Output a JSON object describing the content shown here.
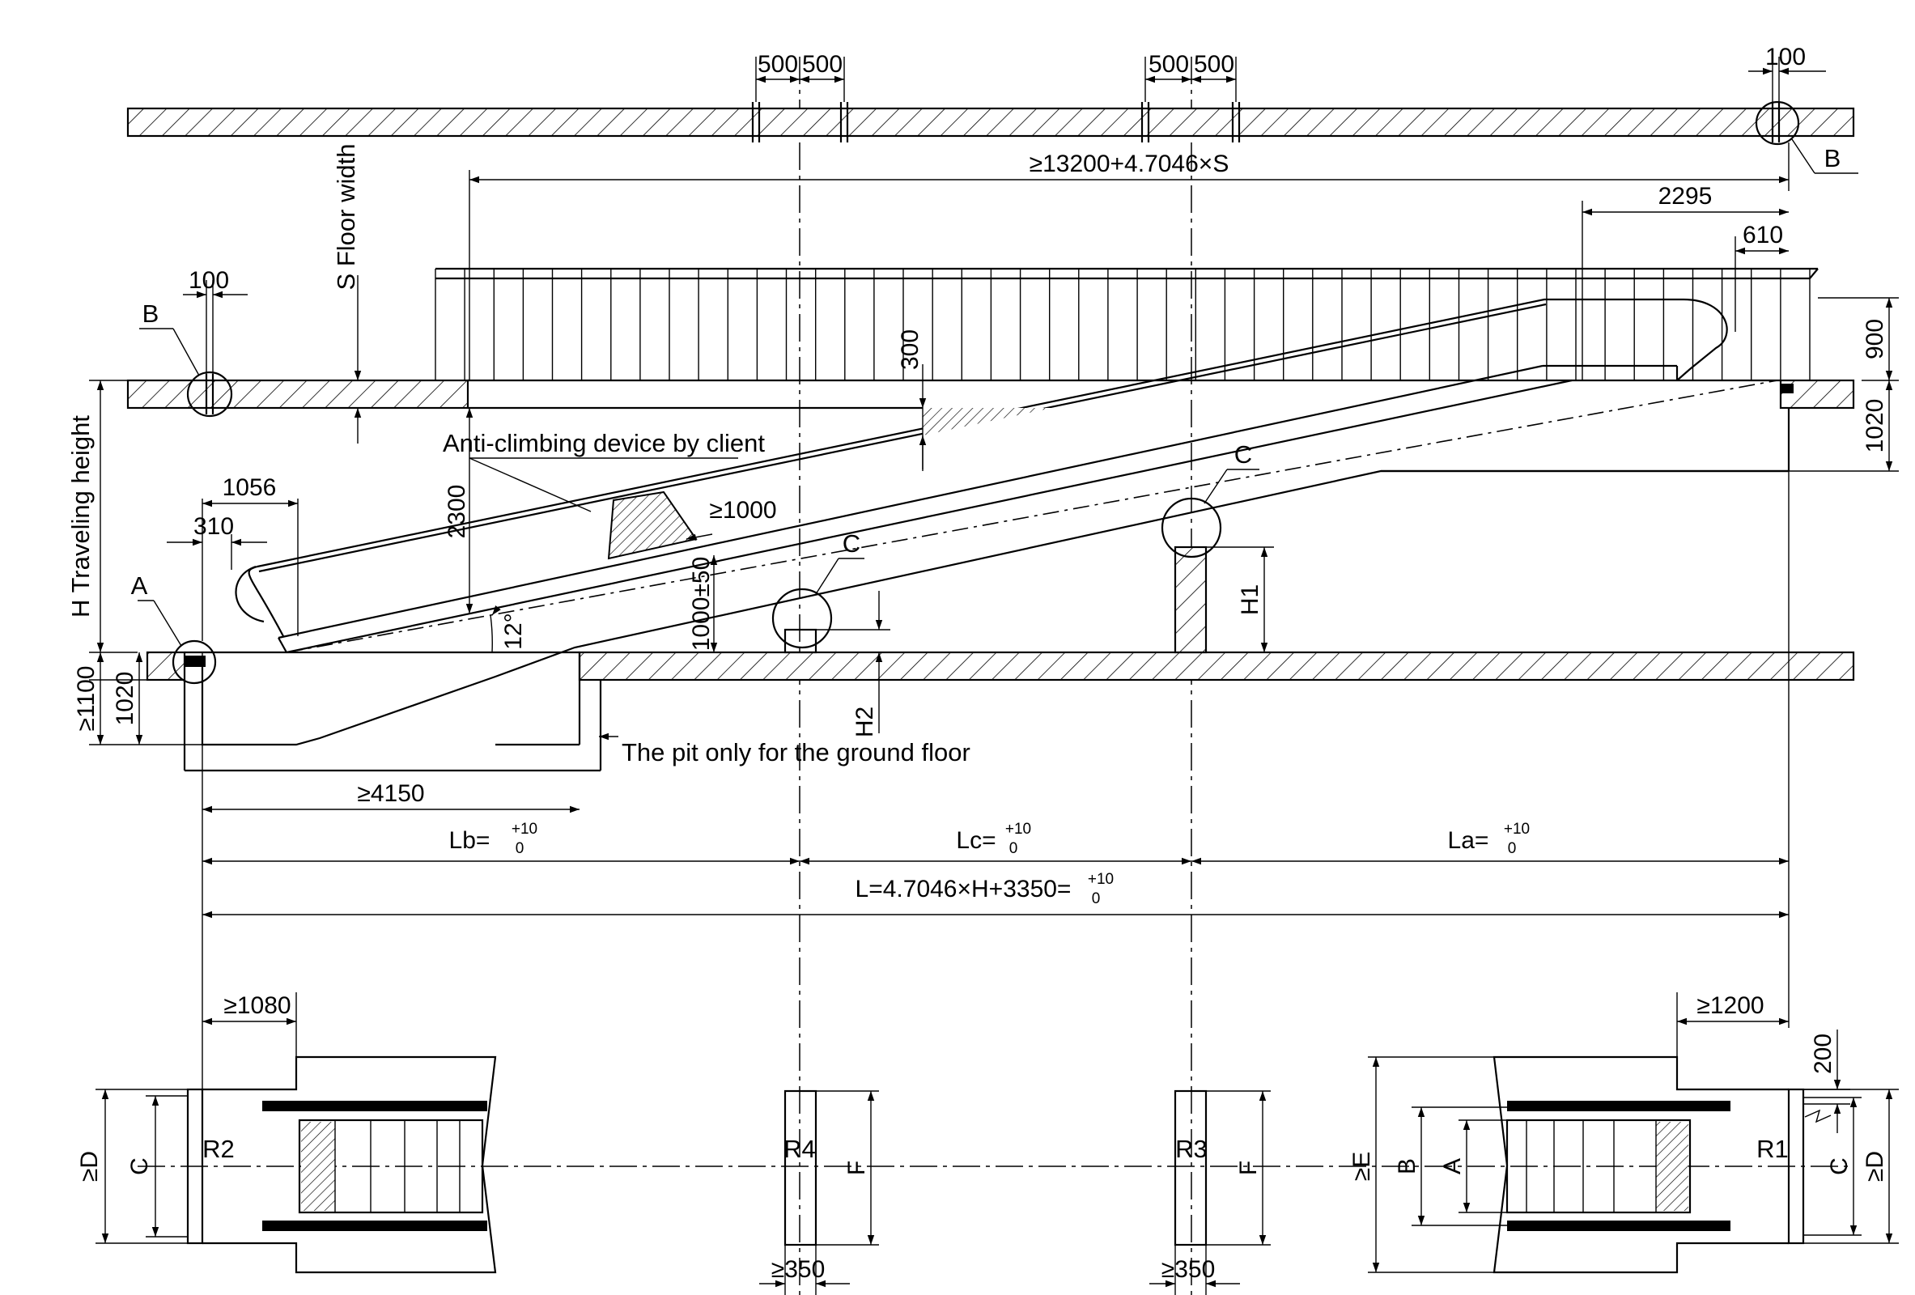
{
  "dimensions": {
    "top_500_a1": "500",
    "top_500_a2": "500",
    "top_500_b1": "500",
    "top_500_b2": "500",
    "top_100_right": "100",
    "overall_top": "≥13200+4.7046×S",
    "upper_2295": "2295",
    "upper_610": "610",
    "right_900": "900",
    "right_1020": "1020",
    "left_100": "100",
    "clearance_300": "300",
    "clearance_2300": "2300",
    "lower_1056": "1056",
    "lower_310": "310",
    "anti_1000": "≥1000",
    "angle_12": "12°",
    "height_1000_50": "1000±50",
    "h1": "H1",
    "h2": "H2",
    "pit_1100": "≥1100",
    "pit_1020": "1020",
    "pit_4150": "≥4150",
    "lb": "Lb=",
    "lc": "Lc=",
    "la": "La=",
    "tolerance_plus": "+10",
    "tolerance_zero": "0",
    "total_length": "L=4.7046×H+3350=",
    "plan_1080": "≥1080",
    "plan_1200": "≥1200",
    "plan_200": "200",
    "plan_350_a": "≥350",
    "plan_350_b": "≥350"
  },
  "labels": {
    "floor_width": "S Floor width",
    "travel_height": "H Traveling height",
    "anti_climbing": "Anti-climbing device by client",
    "pit_note": "The pit only for the ground floor",
    "detail_a": "A",
    "detail_b_left": "B",
    "detail_b_right": "B",
    "detail_c_mid": "C",
    "detail_c_right": "C"
  },
  "plan_labels": {
    "r1": "R1",
    "r2": "R2",
    "r3": "R3",
    "r4": "R4",
    "left_d": "≥D",
    "left_c": "C",
    "f_r4": "F",
    "f_r3": "F",
    "e": "≥E",
    "b": "B",
    "a": "A",
    "right_c": "C",
    "right_d": "≥D"
  }
}
